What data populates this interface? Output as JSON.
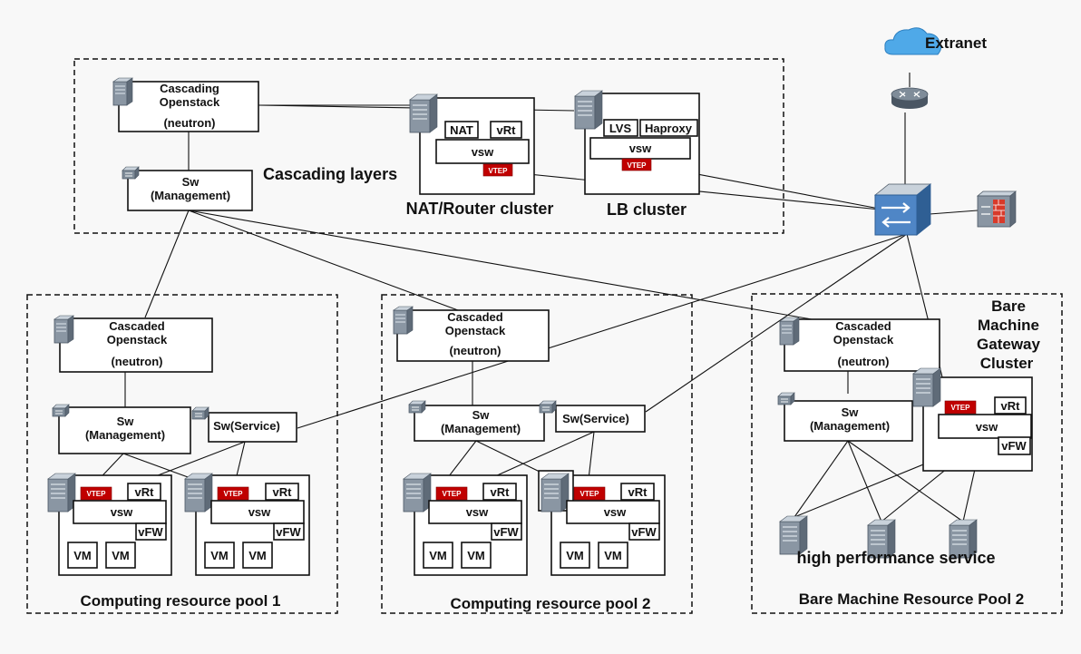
{
  "extranet": "Extranet",
  "cascading_layer": {
    "label": "Cascading layers",
    "openstack": {
      "line1": "Cascading",
      "line2": "Openstack",
      "line3": "(neutron)"
    },
    "sw": {
      "line1": "Sw",
      "line2": "(Management)"
    },
    "nat": {
      "nat": "NAT",
      "vrt": "vRt",
      "vsw": "vsw",
      "vtep": "VTEP",
      "caption": "NAT/Router cluster"
    },
    "lb": {
      "lvs": "LVS",
      "haproxy": "Haproxy",
      "vsw": "vsw",
      "vtep": "VTEP",
      "caption": "LB cluster"
    }
  },
  "pool1": {
    "caption": "Computing resource pool 1",
    "openstack": {
      "line1": "Cascaded",
      "line2": "Openstack",
      "line3": "(neutron)"
    },
    "sw_mgmt": {
      "line1": "Sw",
      "line2": "(Management)"
    },
    "sw_service": "Sw(Service)",
    "hosts": [
      {
        "vtep": "VTEP",
        "vrt": "vRt",
        "vsw": "vsw",
        "vfw": "vFW",
        "vm1": "VM",
        "vm2": "VM"
      },
      {
        "vtep": "VTEP",
        "vrt": "vRt",
        "vsw": "vsw",
        "vfw": "vFW",
        "vm1": "VM",
        "vm2": "VM"
      }
    ]
  },
  "pool2": {
    "caption": "Computing resource pool 2",
    "openstack": {
      "line1": "Cascaded",
      "line2": "Openstack",
      "line3": "(neutron)"
    },
    "sw_mgmt": {
      "line1": "Sw",
      "line2": "(Management)"
    },
    "sw_service": "Sw(Service)",
    "hosts": [
      {
        "vtep": "VTEP",
        "vrt": "vRt",
        "vsw": "vsw",
        "vfw": "vFW",
        "vm1": "VM",
        "vm2": "VM"
      },
      {
        "vtep": "VTEP",
        "vrt": "vRt",
        "vsw": "vsw",
        "vfw": "vFW",
        "vm1": "VM",
        "vm2": "VM"
      }
    ]
  },
  "bare": {
    "caption": "Bare Machine Resource Pool 2",
    "openstack": {
      "line1": "Cascaded",
      "line2": "Openstack",
      "line3": "(neutron)"
    },
    "sw_mgmt": {
      "line1": "Sw",
      "line2": "(Management)"
    },
    "gateway": {
      "title": [
        "Bare",
        "Machine",
        "Gateway",
        "Cluster"
      ],
      "vtep": "VTEP",
      "vrt": "vRt",
      "vsw": "vsw",
      "vfw": "vFW"
    },
    "hps_label": "high performance service"
  },
  "icons": [
    "cloud-icon",
    "router-icon",
    "core-switch-icon",
    "firewall-icon",
    "server-icon",
    "switch-icon"
  ]
}
